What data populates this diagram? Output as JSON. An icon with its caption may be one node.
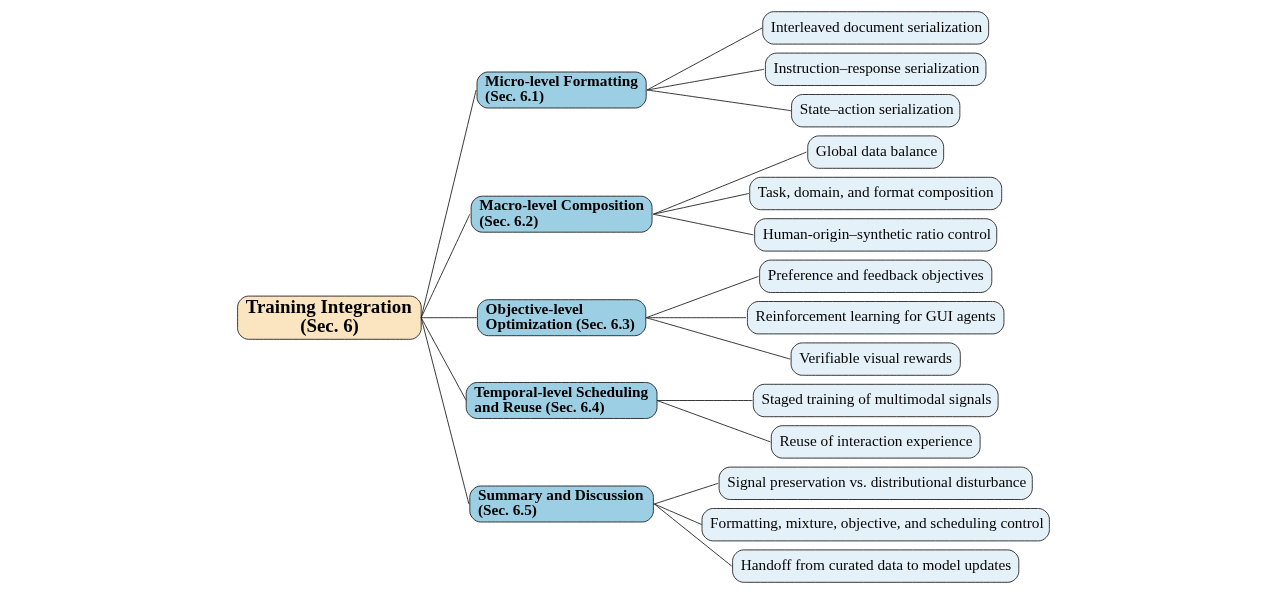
{
  "diagram": {
    "nodes": [
      {
        "text": [
          "Training Integration (Sec. 6)"
        ]
      },
      {
        "text": [
          "Micro-level Formatting (Sec. 6.1)"
        ]
      },
      {
        "text": [
          "Interleaved document serialization"
        ]
      },
      {
        "text": [
          "Instruction–response serialization"
        ]
      },
      {
        "text": [
          "State–action serialization"
        ]
      },
      {
        "text": [
          "Macro-level Composition (Sec. 6.2)"
        ]
      },
      {
        "text": [
          "Global data balance"
        ]
      },
      {
        "text": [
          "Task, domain, and format composition"
        ]
      },
      {
        "text": [
          "Human-origin–synthetic ratio control"
        ]
      },
      {
        "text": [
          "Objective-level Optimization (Sec. 6.3)"
        ]
      },
      {
        "text": [
          "Preference and feedback objectives"
        ]
      },
      {
        "text": [
          "Reinforcement learning for GUI agents"
        ]
      },
      {
        "text": [
          "Verifiable visual rewards"
        ]
      },
      {
        "text": [
          "Temporal-level Scheduling and Reuse (Sec. 6.4)"
        ]
      },
      {
        "text": [
          "Staged training of multimodal signals"
        ]
      },
      {
        "text": [
          "Reuse of interaction experience"
        ]
      },
      {
        "text": [
          "Summary and Discussion (Sec. 6.5)"
        ]
      },
      {
        "text": [
          "Signal preservation vs. distributional disturbance"
        ]
      },
      {
        "text": [
          "Formatting, mixture, objective, and scheduling control"
        ]
      },
      {
        "text": [
          "Handoff from curated data to model updates"
        ]
      }
    ],
    "edges": [
      {
        "from": 0,
        "to": 1,
        "arrow": "none"
      },
      {
        "from": 1,
        "to": 2,
        "arrow": "none"
      },
      {
        "from": 1,
        "to": 3,
        "arrow": "none"
      },
      {
        "from": 1,
        "to": 4,
        "arrow": "none"
      },
      {
        "from": 0,
        "to": 5,
        "arrow": "none"
      },
      {
        "from": 5,
        "to": 6,
        "arrow": "none"
      },
      {
        "from": 5,
        "to": 7,
        "arrow": "none"
      },
      {
        "from": 5,
        "to": 8,
        "arrow": "none"
      },
      {
        "from": 0,
        "to": 9,
        "arrow": "none"
      },
      {
        "from": 9,
        "to": 10,
        "arrow": "none"
      },
      {
        "from": 9,
        "to": 11,
        "arrow": "none"
      },
      {
        "from": 9,
        "to": 12,
        "arrow": "none"
      },
      {
        "from": 0,
        "to": 13,
        "arrow": "none"
      },
      {
        "from": 13,
        "to": 14,
        "arrow": "none"
      },
      {
        "from": 13,
        "to": 15,
        "arrow": "none"
      },
      {
        "from": 0,
        "to": 16,
        "arrow": "none"
      },
      {
        "from": 16,
        "to": 17,
        "arrow": "none"
      },
      {
        "from": 16,
        "to": 18,
        "arrow": "none"
      },
      {
        "from": 16,
        "to": 19,
        "arrow": "none"
      }
    ]
  }
}
